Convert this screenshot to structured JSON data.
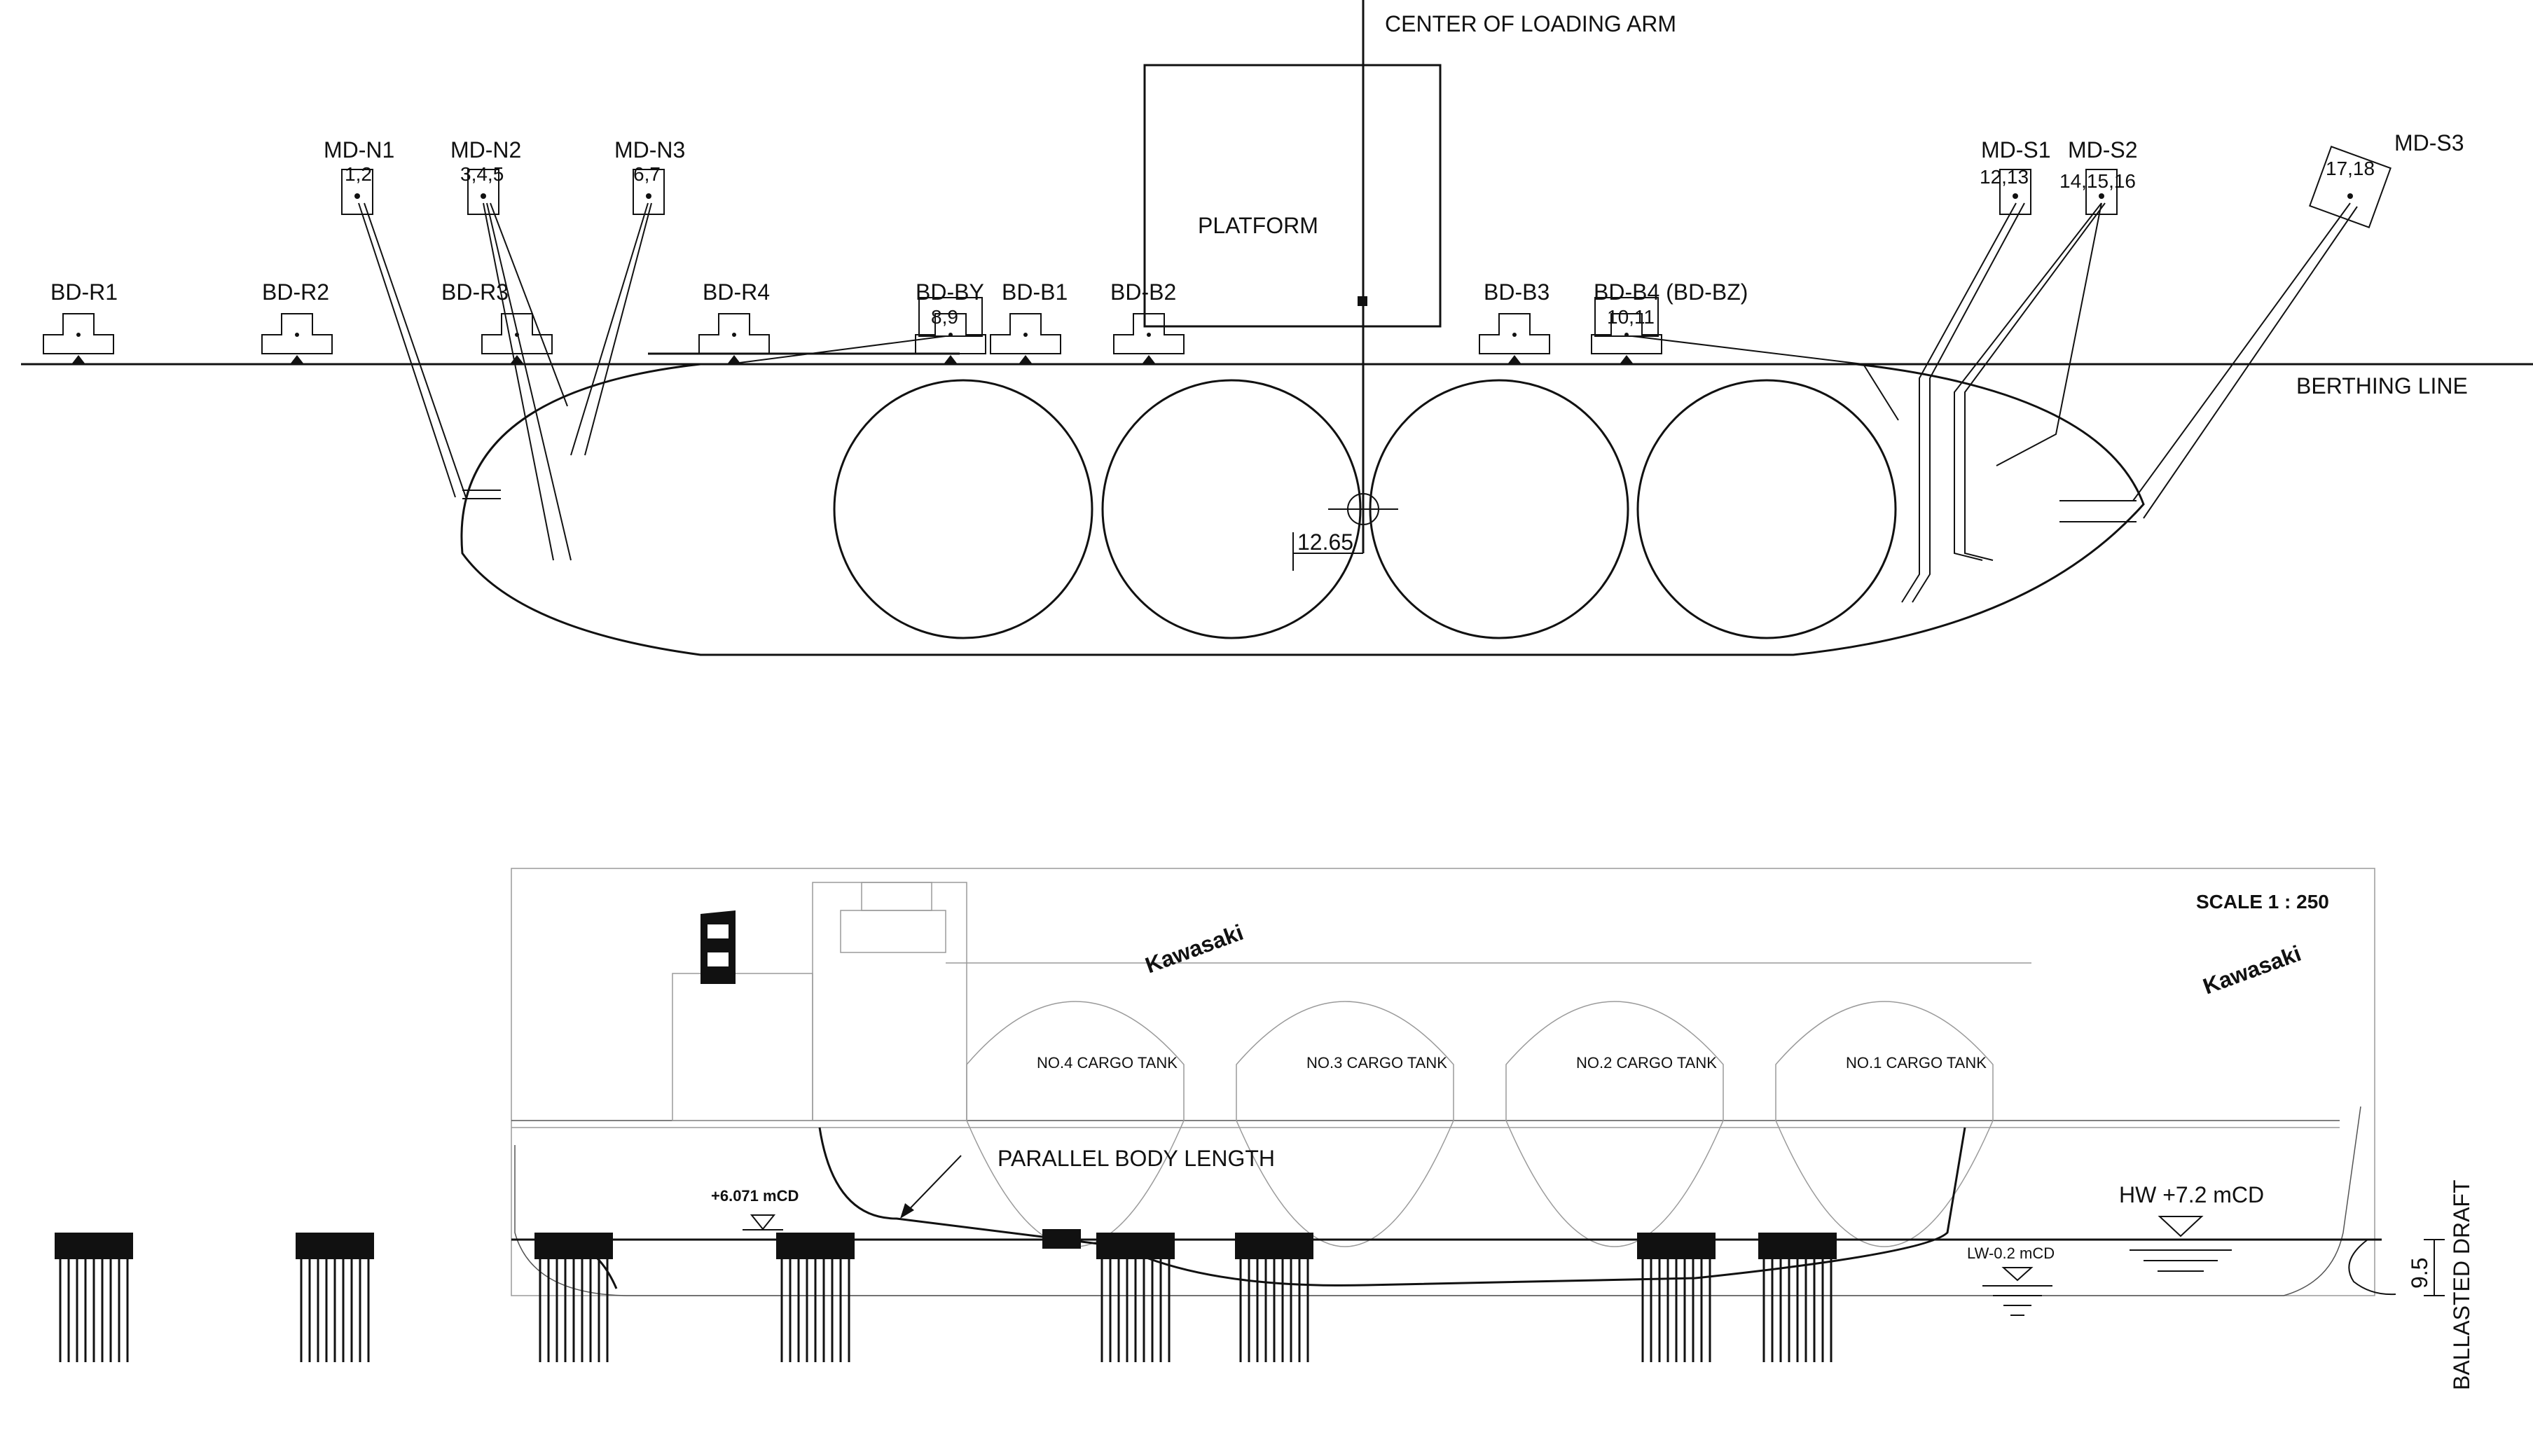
{
  "labels": {
    "loading_arm": "CENTER OF LOADING ARM",
    "platform": "PLATFORM",
    "berthing_line": "BERTHING LINE",
    "center_dim": "12.65",
    "parallel_body": "PARALLEL BODY LENGTH",
    "hw": "HW +7.2 mCD",
    "lw": "LW-0.2 mCD",
    "deck_level": "+6.071 mCD",
    "ballasted_draft": "BALLASTED DRAFT",
    "draft_dim": "9.5",
    "scale": "SCALE    1 : 250",
    "watermark": "Kawasaki"
  },
  "mooring_dolphins": [
    {
      "name": "MD-N1",
      "lines": "1,2"
    },
    {
      "name": "MD-N2",
      "lines": "3,4,5"
    },
    {
      "name": "MD-N3",
      "lines": "6,7"
    },
    {
      "name": "MD-S1",
      "lines": "12,13"
    },
    {
      "name": "MD-S2",
      "lines": "14,15,16"
    },
    {
      "name": "MD-S3",
      "lines": "17,18"
    }
  ],
  "breasting_dolphins": [
    {
      "name": "BD-R1",
      "lines": ""
    },
    {
      "name": "BD-R2",
      "lines": ""
    },
    {
      "name": "BD-R3",
      "lines": ""
    },
    {
      "name": "BD-R4",
      "lines": ""
    },
    {
      "name": "BD-BY",
      "lines": "8,9"
    },
    {
      "name": "BD-B1",
      "lines": ""
    },
    {
      "name": "BD-B2",
      "lines": ""
    },
    {
      "name": "BD-B3",
      "lines": ""
    },
    {
      "name": "BD-B4 (BD-BZ)",
      "lines": "10,11"
    }
  ],
  "tank_labels": [
    "NO.4 CARGO TANK",
    "NO.3 CARGO TANK",
    "NO.2 CARGO TANK",
    "NO.1 CARGO TANK"
  ]
}
